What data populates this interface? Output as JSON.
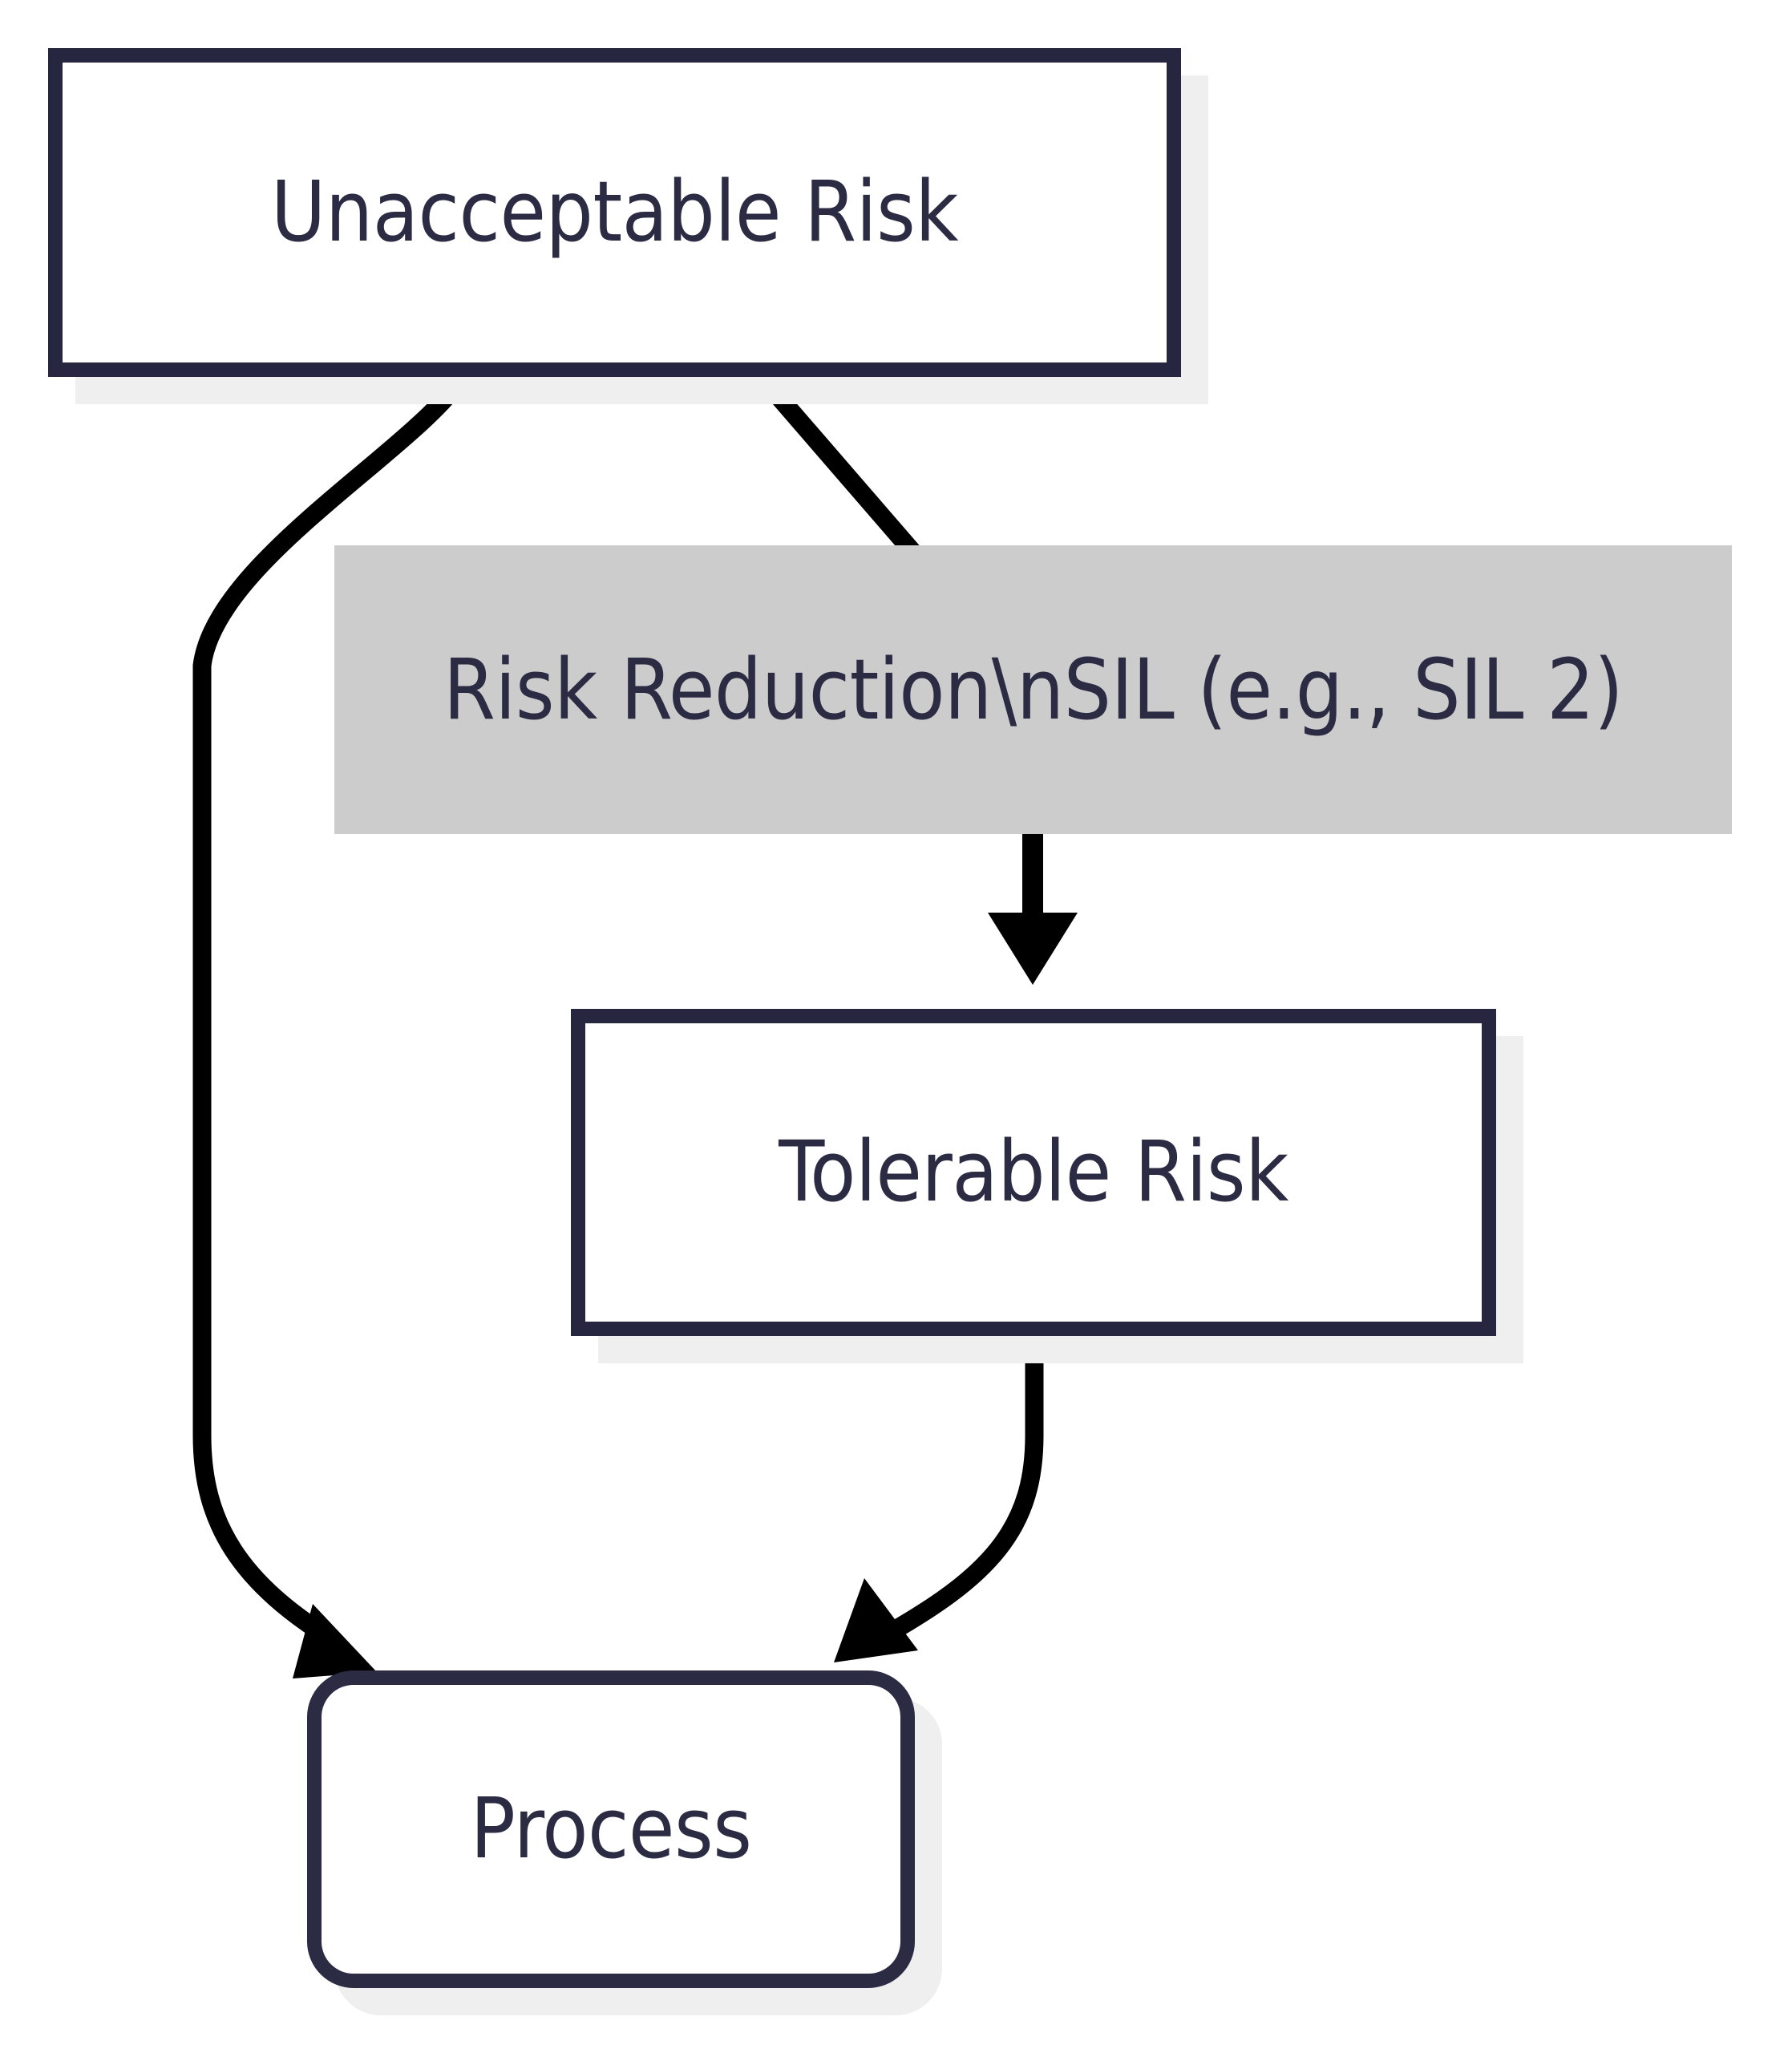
{
  "diagram": {
    "type": "flowchart",
    "direction": "top-down",
    "background_color": "#ffffff",
    "accent_color": "#2b2b44",
    "edge_color": "#000000",
    "shadow_color": "#efefef",
    "gray_fill": "#cccccc",
    "nodes": [
      {
        "id": "unacceptable-risk",
        "label": "Unacceptable Risk",
        "shape": "rectangle",
        "fill": "#ffffff",
        "border_color": "#262640",
        "text_color": "#2b2b44"
      },
      {
        "id": "risk-reduction",
        "label": "Risk Reduction\\nSIL (e.g., SIL 2)",
        "shape": "flat-label-box",
        "fill": "#cccccc",
        "border_color": "none",
        "text_color": "#2b2b44"
      },
      {
        "id": "tolerable-risk",
        "label": "Tolerable Risk",
        "shape": "rectangle",
        "fill": "#ffffff",
        "border_color": "#262640",
        "text_color": "#2b2b44"
      },
      {
        "id": "process",
        "label": "Process",
        "shape": "rounded-rectangle",
        "fill": "#ffffff",
        "border_color": "#2b2b44",
        "text_color": "#2b2b44"
      }
    ],
    "edges": [
      {
        "id": "edge-unacceptable-to-process",
        "from": "unacceptable-risk",
        "to": "process",
        "arrowhead": "solid-triangle",
        "label": ""
      },
      {
        "id": "edge-unacceptable-to-risk-reduction",
        "from": "unacceptable-risk",
        "to": "risk-reduction",
        "arrowhead": "none",
        "label": ""
      },
      {
        "id": "edge-risk-reduction-to-tolerable",
        "from": "risk-reduction",
        "to": "tolerable-risk",
        "arrowhead": "solid-triangle",
        "label": ""
      },
      {
        "id": "edge-tolerable-to-process",
        "from": "tolerable-risk",
        "to": "process",
        "arrowhead": "solid-triangle",
        "label": ""
      }
    ]
  }
}
